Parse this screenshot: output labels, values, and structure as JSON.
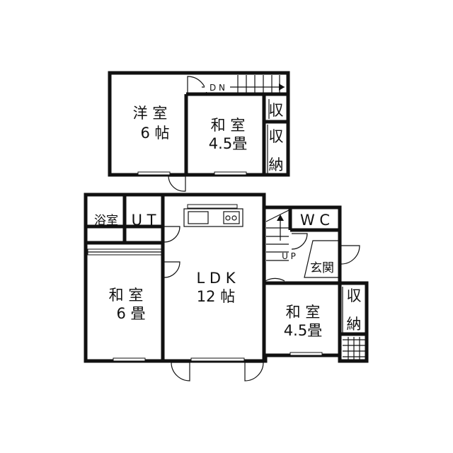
{
  "floors": [
    {
      "rooms": [
        {
          "id": "youshitsu",
          "name": "洋 室",
          "size": "6 帖"
        },
        {
          "id": "washitsu-upper",
          "name": "和 室",
          "size": "4.5畳"
        },
        {
          "id": "storage-upper-1",
          "name": "収"
        },
        {
          "id": "storage-upper-2",
          "name": "収",
          "size": "納"
        }
      ],
      "stair_label": "D N"
    },
    {
      "rooms": [
        {
          "id": "bath",
          "name": "浴室"
        },
        {
          "id": "utility",
          "name": "U T"
        },
        {
          "id": "wc",
          "name": "W C"
        },
        {
          "id": "entrance",
          "name": "玄関"
        },
        {
          "id": "ldk",
          "name": "L D K",
          "size": "12 帖"
        },
        {
          "id": "washitsu-6",
          "name": "和 室",
          "size": "6 畳"
        },
        {
          "id": "washitsu-45",
          "name": "和 室",
          "size": "4.5畳"
        },
        {
          "id": "storage-lower",
          "name": "収",
          "size": "納"
        }
      ],
      "stair_label": "U P"
    }
  ]
}
